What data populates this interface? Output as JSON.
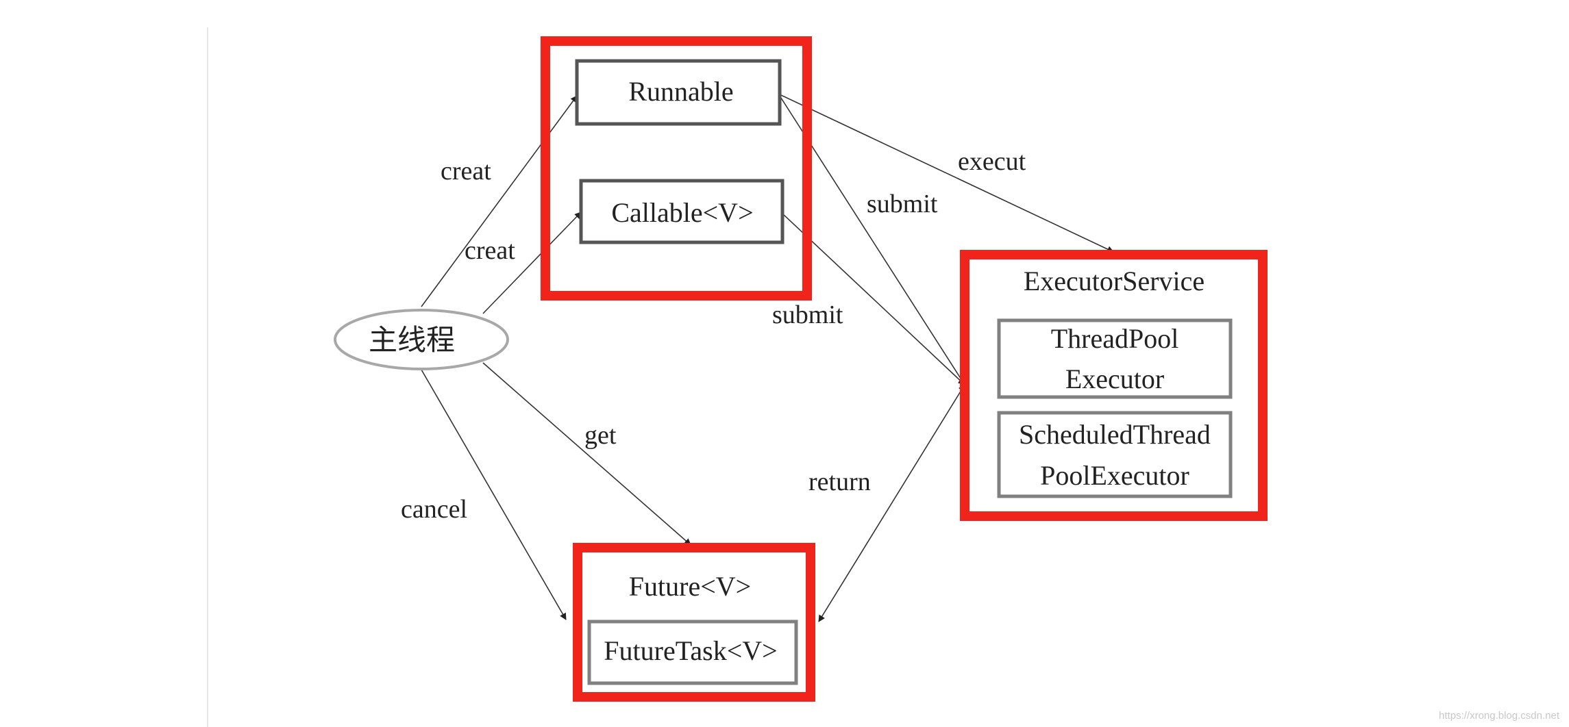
{
  "diagram": {
    "main_node": "主线程",
    "nodes": {
      "runnable": "Runnable",
      "callable": "Callable<V>",
      "executor_service": "ExecutorService",
      "thread_pool_line1": "ThreadPool",
      "thread_pool_line2": "Executor",
      "scheduled_line1": "ScheduledThread",
      "scheduled_line2": "PoolExecutor",
      "future": "Future<V>",
      "future_task": "FutureTask<V>"
    },
    "edges": {
      "creat_1": "creat",
      "creat_2": "creat",
      "execut": "execut",
      "submit_1": "submit",
      "submit_2": "submit",
      "get": "get",
      "cancel": "cancel",
      "return": "return"
    },
    "colors": {
      "highlight": "#f0241b",
      "box_border": "#555555",
      "inner_box_border": "#808080",
      "ellipse_border": "#a8a8a8",
      "arrow": "#333333"
    }
  },
  "watermark": "https://xrong.blog.csdn.net"
}
